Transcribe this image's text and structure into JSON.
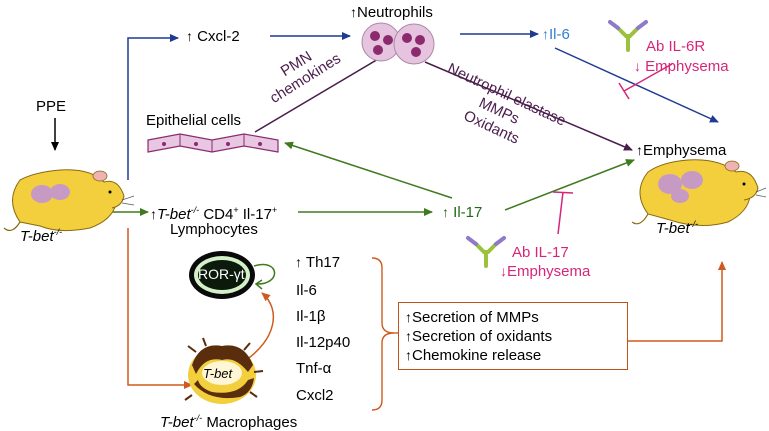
{
  "colors": {
    "blue_arrow": "#1f3a93",
    "green_arrow": "#3f7a1e",
    "orange_arrow": "#d05a1e",
    "purple_arrow": "#4a1d4d",
    "pink_text": "#d6267a",
    "il6_blue": "#2f7fd0",
    "mouse_yellow": "#f3cf3e",
    "lung_pink": "#c79ac4"
  },
  "icons": [
    "mouse-icon",
    "neutrophil-icon",
    "epithelial-cells-icon",
    "macrophage-icon",
    "lymphocyte-icon",
    "antibody-icon",
    "inhibition-icon"
  ],
  "labels": {
    "ppe": "PPE",
    "tbet_left": "T-bet",
    "tbet_left_sup": "-/-",
    "cxcl2": "Cxcl-2",
    "neutrophils": "Neutrophils",
    "il6_top": "Il-6",
    "ab_il6r": "Ab IL-6R",
    "emphysema_a": "Emphysema",
    "pmn_line1": "PMN",
    "pmn_line2": "chemokines",
    "epithelial": "Epithelial cells",
    "elastase_line1": "Neutrophil elastase",
    "elastase_line2": "MMPs",
    "elastase_line3": "Oxidants",
    "emphysema_main": "Emphysema",
    "tbet_right": "T-bet",
    "tbet_right_sup": "-/-",
    "lymph_tbet": "T-bet",
    "lymph_tbet_sup": "-/-",
    "lymph_cd4": "CD4",
    "lymph_cd4_sup": "+",
    "lymph_il17": "Il-17",
    "lymph_il17_sup": "+",
    "lymphocytes": "Lymphocytes",
    "il17": "Il-17",
    "ab_il17": "Ab IL-17",
    "emphysema_b": "Emphysema",
    "ror": "ROR-γt",
    "tbet_cell": "T-bet",
    "macro_tbet": "T-bet",
    "macro_tbet_sup": "-/-",
    "macrophages": "Macrophages",
    "cytokines": [
      "Th17",
      "Il-6",
      "Il-1β",
      "Il-12p40",
      "Tnf-α",
      "Cxcl2"
    ],
    "box_lines": [
      "Secretion of MMPs",
      "Secretion of oxidants",
      "Chemokine release"
    ]
  }
}
